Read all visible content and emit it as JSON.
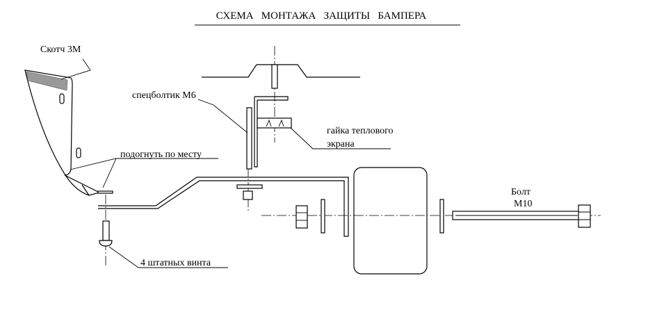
{
  "title": "СХЕМА   МОНТАЖА   ЗАЩИТЫ   БАМПЕРА",
  "labels": {
    "tape": "Скотч 3М",
    "special_bolt": "спецболтик М6",
    "heat_shield_nut_line1": "гайка теплового",
    "heat_shield_nut_line2": "экрана",
    "bend_to_fit": "подогнуть по месту",
    "bolt_line1": "Болт",
    "bolt_line2": "М10",
    "screws": "4 штатных винта"
  },
  "colors": {
    "line": "#000000",
    "tape_fill": "#999999",
    "background": "#ffffff"
  }
}
